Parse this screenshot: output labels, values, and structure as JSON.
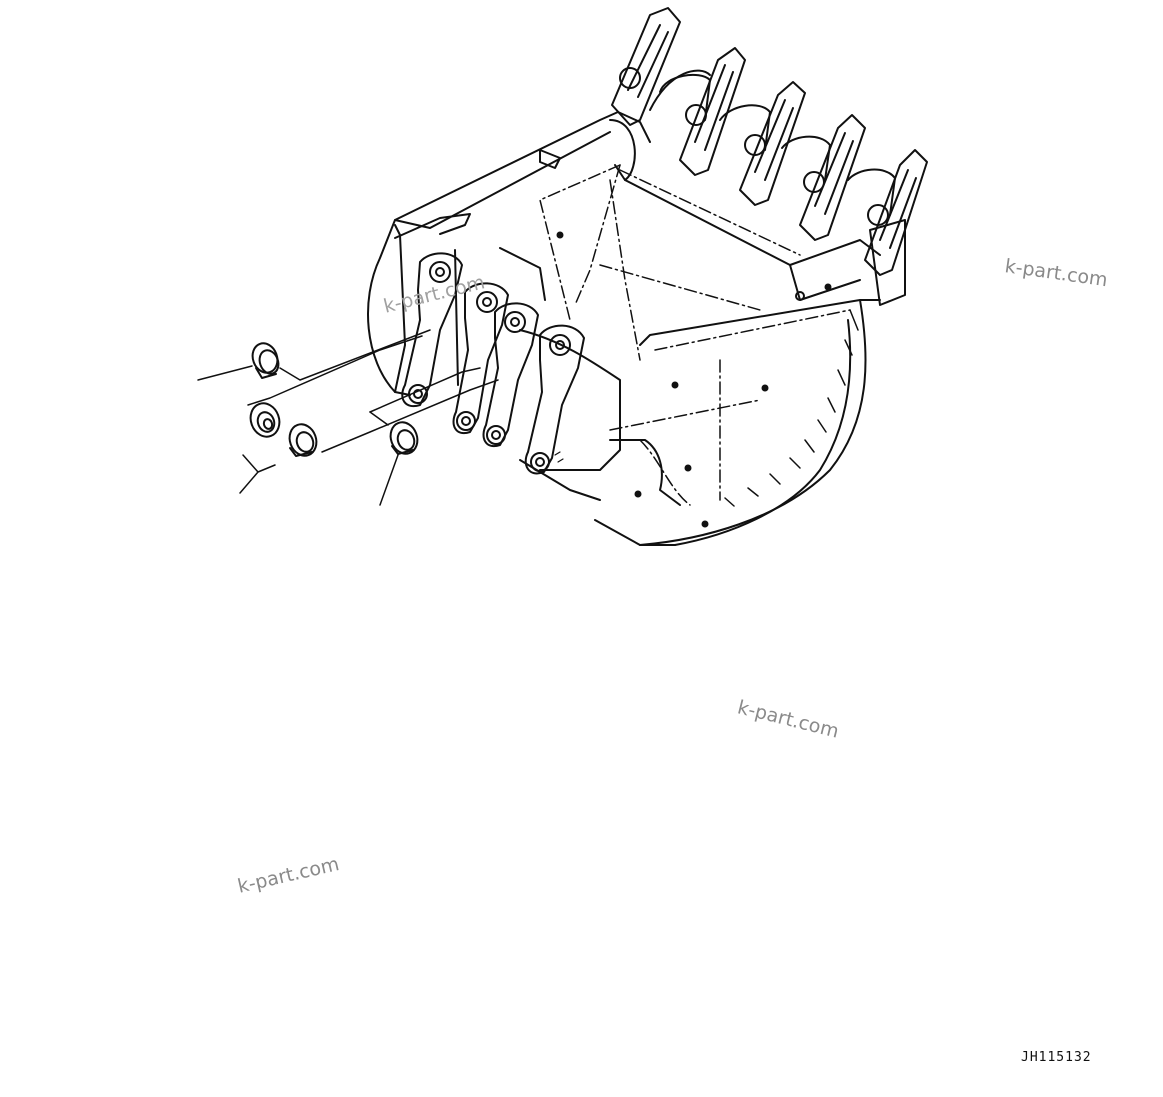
{
  "drawing_id": "JH115132",
  "watermark_text": "k-part.com",
  "subject": "bucket-with-teeth-and-bushings",
  "callout_count": 3,
  "colors": {
    "line": "#111111",
    "background": "#ffffff",
    "watermark": "#8a8a8a"
  }
}
